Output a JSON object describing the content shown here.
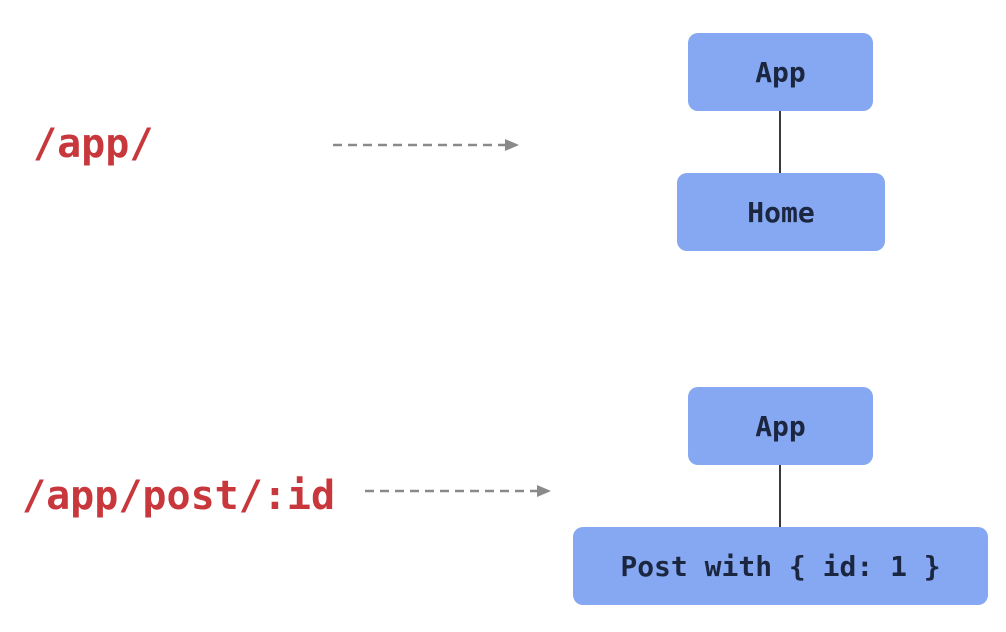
{
  "routes": [
    {
      "path": "/app/",
      "tree": {
        "parent": "App",
        "child": "Home"
      }
    },
    {
      "path": "/app/post/:id",
      "tree": {
        "parent": "App",
        "child": "Post with { id: 1 }"
      }
    }
  ],
  "colors": {
    "route_text": "#c7373c",
    "node_fill": "#86a8f2",
    "node_text": "#1b2640",
    "arrow": "#8a8a8a",
    "connector": "#3a3a3a"
  }
}
